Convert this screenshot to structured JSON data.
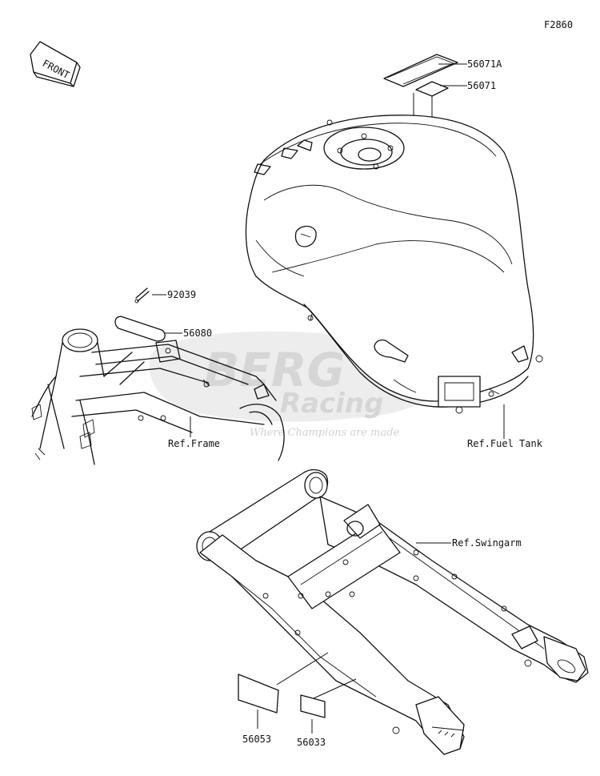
{
  "diagram": {
    "figure_code": "F2860",
    "front_label": "FRONT",
    "watermark": {
      "brand": "BERG",
      "subbrand": "Racing",
      "tagline": "Where Champions are made"
    },
    "parts": [
      {
        "id": "p1",
        "number": "56071A"
      },
      {
        "id": "p2",
        "number": "56071"
      },
      {
        "id": "p3",
        "number": "92039"
      },
      {
        "id": "p4",
        "number": "56080"
      },
      {
        "id": "p5",
        "number": "56053"
      },
      {
        "id": "p6",
        "number": "56033"
      }
    ],
    "references": [
      {
        "id": "r1",
        "label": "Ref.Frame"
      },
      {
        "id": "r2",
        "label": "Ref.Fuel Tank"
      },
      {
        "id": "r3",
        "label": "Ref.Swingarm"
      }
    ]
  }
}
